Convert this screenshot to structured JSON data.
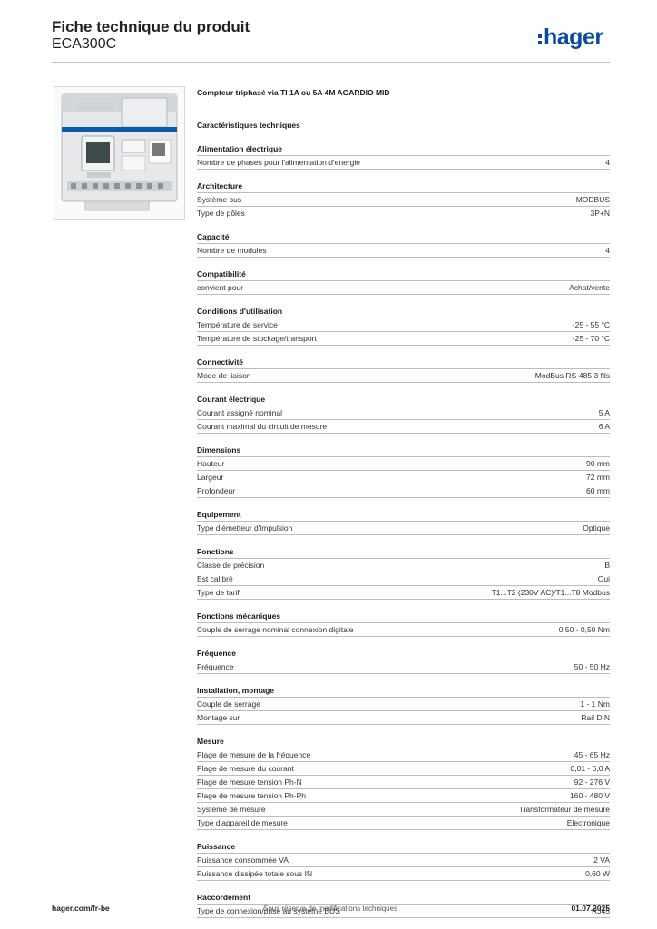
{
  "header": {
    "title": "Fiche technique du produit",
    "reference": "ECA300C",
    "logo_text": "hager"
  },
  "product": {
    "name": "Compteur triphasé via TI 1A ou 5A 4M AGARDIO MID",
    "section_heading": "Caractéristiques techniques"
  },
  "groups": [
    {
      "title": "Alimentation électrique",
      "rows": [
        {
          "label": "Nombre de phases pour l'alimentation d'energie",
          "value": "4"
        }
      ]
    },
    {
      "title": "Architecture",
      "rows": [
        {
          "label": "Système bus",
          "value": "MODBUS"
        },
        {
          "label": "Type de pôles",
          "value": "3P+N"
        }
      ]
    },
    {
      "title": "Capacité",
      "rows": [
        {
          "label": "Nombre de modules",
          "value": "4"
        }
      ]
    },
    {
      "title": "Compatibilité",
      "rows": [
        {
          "label": "convient pour",
          "value": "Achat/vente"
        }
      ]
    },
    {
      "title": "Conditions d'utilisation",
      "rows": [
        {
          "label": "Température de service",
          "value": "-25 - 55 °C"
        },
        {
          "label": "Température de stockage/transport",
          "value": "-25 - 70 °C"
        }
      ]
    },
    {
      "title": "Connectivité",
      "rows": [
        {
          "label": "Mode de liaison",
          "value": "ModBus RS-485 3 fils"
        }
      ]
    },
    {
      "title": "Courant électrique",
      "rows": [
        {
          "label": "Courant assigné nominal",
          "value": "5 A"
        },
        {
          "label": "Courant maximal du circuit de mesure",
          "value": "6 A"
        }
      ]
    },
    {
      "title": "Dimensions",
      "rows": [
        {
          "label": "Hauteur",
          "value": "90 mm"
        },
        {
          "label": "Largeur",
          "value": "72 mm"
        },
        {
          "label": "Profondeur",
          "value": "60 mm"
        }
      ]
    },
    {
      "title": "Equipement",
      "rows": [
        {
          "label": "Type d'émetteur d'impulsion",
          "value": "Optique"
        }
      ]
    },
    {
      "title": "Fonctions",
      "rows": [
        {
          "label": "Classe de précision",
          "value": "B"
        },
        {
          "label": "Est calibré",
          "value": "Oui"
        },
        {
          "label": "Type de tarif",
          "value": "T1...T2 (230V AC)/T1...T8 Modbus"
        }
      ]
    },
    {
      "title": "Fonctions mécaniques",
      "rows": [
        {
          "label": "Couple de serrage nominal connexion digitale",
          "value": "0,50 - 0,50 Nm"
        }
      ]
    },
    {
      "title": "Fréquence",
      "rows": [
        {
          "label": "Fréquence",
          "value": "50 - 50 Hz"
        }
      ]
    },
    {
      "title": "Installation, montage",
      "rows": [
        {
          "label": "Couple de serrage",
          "value": "1 - 1 Nm"
        },
        {
          "label": "Montage sur",
          "value": "Rail DIN"
        }
      ]
    },
    {
      "title": "Mesure",
      "rows": [
        {
          "label": "Plage de mesure de la fréquence",
          "value": "45 - 65 Hz"
        },
        {
          "label": "Plage de mesure du courant",
          "value": "0,01 - 6,0 A"
        },
        {
          "label": "Plage de mesure tension Ph-N",
          "value": "92 - 276 V"
        },
        {
          "label": "Plage de mesure tension Ph-Ph",
          "value": "160 - 480 V"
        },
        {
          "label": "Système de mesure",
          "value": "Transformateur de mesure"
        },
        {
          "label": "Type d'appareil de mesure",
          "value": "Electronique"
        }
      ]
    },
    {
      "title": "Puissance",
      "rows": [
        {
          "label": "Puissance consommée VA",
          "value": "2 VA"
        },
        {
          "label": "Puissance dissipée totale sous IN",
          "value": "0,60 W"
        }
      ]
    },
    {
      "title": "Raccordement",
      "rows": [
        {
          "label": "Type de connexion/prise au système BUS",
          "value": "RJ45"
        }
      ]
    }
  ],
  "footer": {
    "website": "hager.com/fr-be",
    "disclaimer": "Sous réserve de modifications techniques",
    "date": "01.07.2025"
  }
}
